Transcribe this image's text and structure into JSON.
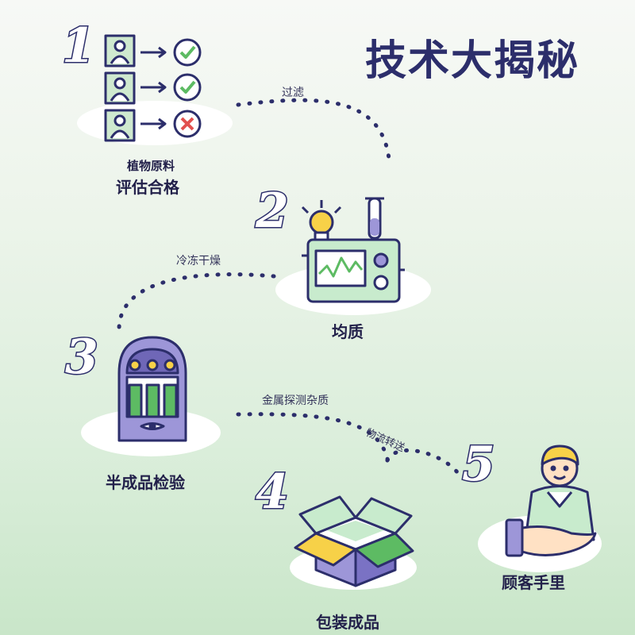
{
  "title": "技术大揭秘",
  "steps": [
    {
      "number": "1",
      "label_small": "植物原料",
      "label": "评估合格"
    },
    {
      "number": "2",
      "label": "均质"
    },
    {
      "number": "3",
      "label": "半成品检验"
    },
    {
      "number": "4",
      "label": "包装成品"
    },
    {
      "number": "5",
      "label": "顾客手里"
    }
  ],
  "connectors": {
    "filter": "过滤",
    "freeze_dry": "冷冻干燥",
    "metal_detect": "金属探测杂质",
    "logistics": "物流转送"
  },
  "colors": {
    "navy": "#2c2e6b",
    "accent_green": "#5dbb63",
    "lavender": "#9d96d8",
    "yellow": "#f7d148"
  }
}
